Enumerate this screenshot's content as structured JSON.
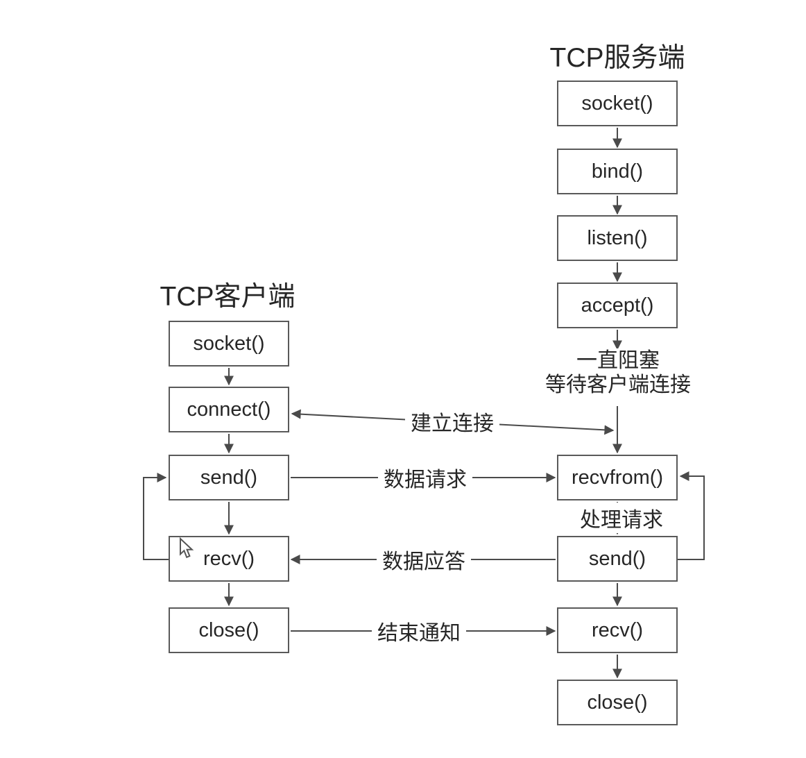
{
  "colors": {
    "line": "#4a4a4a",
    "text": "#262626",
    "background": "#ffffff"
  },
  "server": {
    "title": "TCP服务端",
    "boxes": [
      "socket()",
      "bind()",
      "listen()",
      "accept()",
      "recvfrom()",
      "send()",
      "recv()",
      "close()"
    ]
  },
  "client": {
    "title": "TCP客户端",
    "boxes": [
      "socket()",
      "connect()",
      "send()",
      "recv()",
      "close()"
    ]
  },
  "notes": {
    "blocking": [
      "一直阻塞",
      "等待客户端连接"
    ],
    "process_request": "处理请求"
  },
  "edges": {
    "establish": "建立连接",
    "data_request": "数据请求",
    "data_reply": "数据应答",
    "end_notice": "结束通知"
  }
}
